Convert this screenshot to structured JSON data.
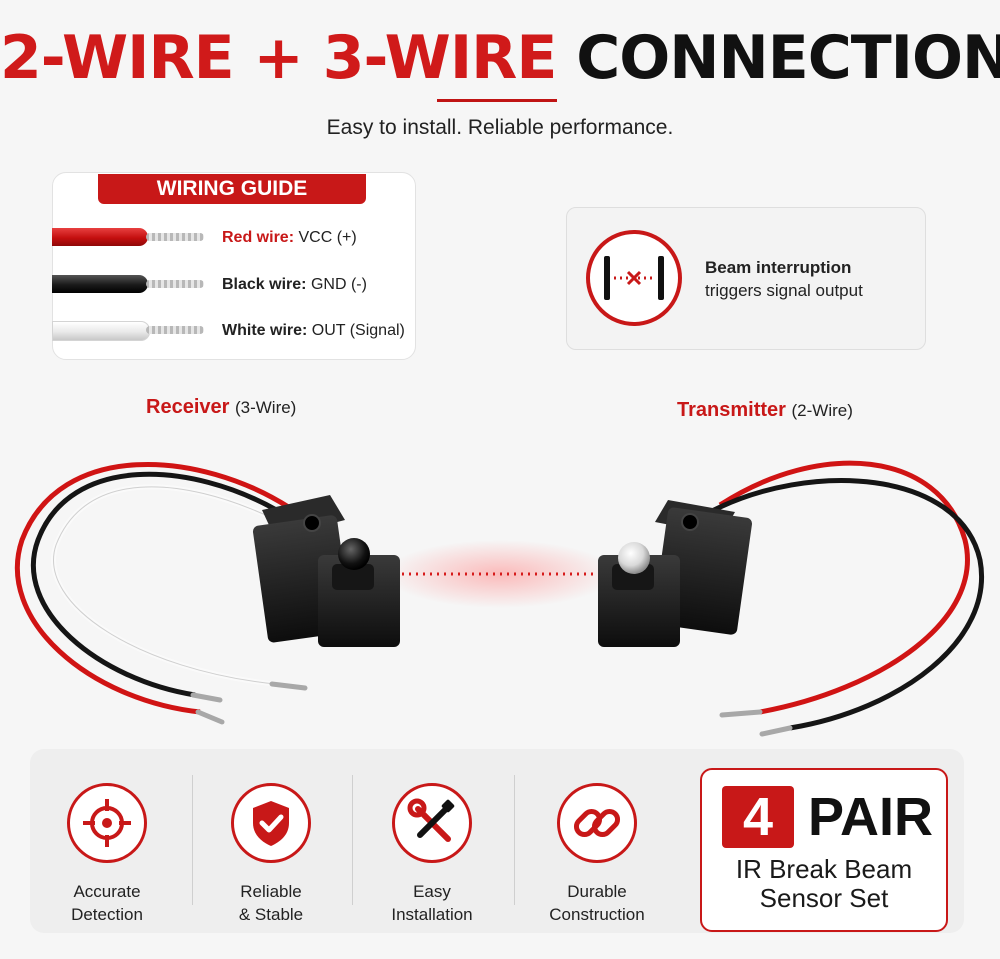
{
  "header": {
    "title_part1": "2-WIRE",
    "title_plus": " + ",
    "title_part2": "3-WIRE",
    "title_part3": " CONNECTION",
    "subtitle": "Easy to install. Reliable performance."
  },
  "wiring_guide": {
    "title": "WIRING GUIDE",
    "wires": [
      {
        "color_name": "Red wire:",
        "function": "VCC (+)",
        "color": "#c81818"
      },
      {
        "color_name": "Black wire:",
        "function": "GND (-)",
        "color": "#111111"
      },
      {
        "color_name": "White wire:",
        "function": "OUT (Signal)",
        "color": "#ffffff"
      }
    ]
  },
  "beam_info": {
    "icon": "beam-interruption-icon",
    "line1": "Beam interruption",
    "line2": "triggers signal output"
  },
  "receiver": {
    "name": "Receiver",
    "wires": "(3-Wire)"
  },
  "transmitter": {
    "name": "Transmitter",
    "wires": "(2-Wire)"
  },
  "features": [
    {
      "icon": "crosshair-icon",
      "line1": "Accurate",
      "line2": "Detection"
    },
    {
      "icon": "shield-check-icon",
      "line1": "Reliable",
      "line2": "& Stable"
    },
    {
      "icon": "tools-icon",
      "line1": "Easy",
      "line2": "Installation"
    },
    {
      "icon": "chain-link-icon",
      "line1": "Durable",
      "line2": "Construction"
    }
  ],
  "pair_badge": {
    "number": "4",
    "word": "PAIR",
    "line1": "IR Break Beam",
    "line2": "Sensor Set"
  },
  "colors": {
    "accent": "#c81818",
    "background": "#f6f6f6"
  }
}
